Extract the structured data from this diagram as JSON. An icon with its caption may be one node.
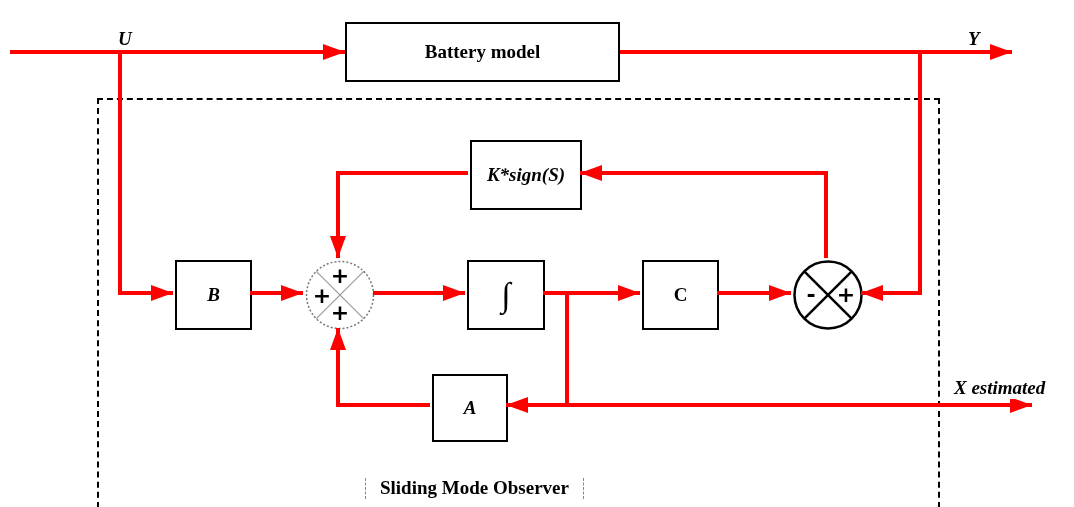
{
  "diagram": {
    "nodes": [
      {
        "text": [
          "Sliding Mode Observer"
        ]
      },
      {
        "text": [
          "Battery model"
        ]
      },
      {
        "text": [
          "K*sign(S)"
        ],
        "in": 0
      },
      {
        "text": [
          "B"
        ],
        "in": 0
      },
      {
        "text": [
          "+",
          "+",
          "+"
        ],
        "in": 0
      },
      {
        "text": [
          "∫"
        ],
        "in": 0
      },
      {
        "text": [
          "C"
        ],
        "in": 0
      },
      {
        "text": [
          "-",
          "+"
        ],
        "in": 0
      },
      {
        "text": [
          "A"
        ],
        "in": 0
      }
    ],
    "edges": [
      {
        "from": null,
        "to": 1,
        "arrow": "to",
        "label": "U"
      },
      {
        "from": 1,
        "to": null,
        "arrow": "to",
        "label": "Y"
      },
      {
        "from": null,
        "to": 3,
        "arrow": "to"
      },
      {
        "from": null,
        "to": 7,
        "arrow": "to"
      },
      {
        "from": 3,
        "to": 4,
        "arrow": "to"
      },
      {
        "from": 4,
        "to": 5,
        "arrow": "to"
      },
      {
        "from": 5,
        "to": 6,
        "arrow": "to"
      },
      {
        "from": 6,
        "to": 7,
        "arrow": "to"
      },
      {
        "from": 7,
        "to": 2,
        "arrow": "to"
      },
      {
        "from": 2,
        "to": 4,
        "arrow": "to"
      },
      {
        "from": 5,
        "to": 8,
        "arrow": "to"
      },
      {
        "from": 5,
        "to": null,
        "arrow": "to",
        "label": "X estimated"
      },
      {
        "from": 8,
        "to": 4,
        "arrow": "to"
      }
    ]
  }
}
